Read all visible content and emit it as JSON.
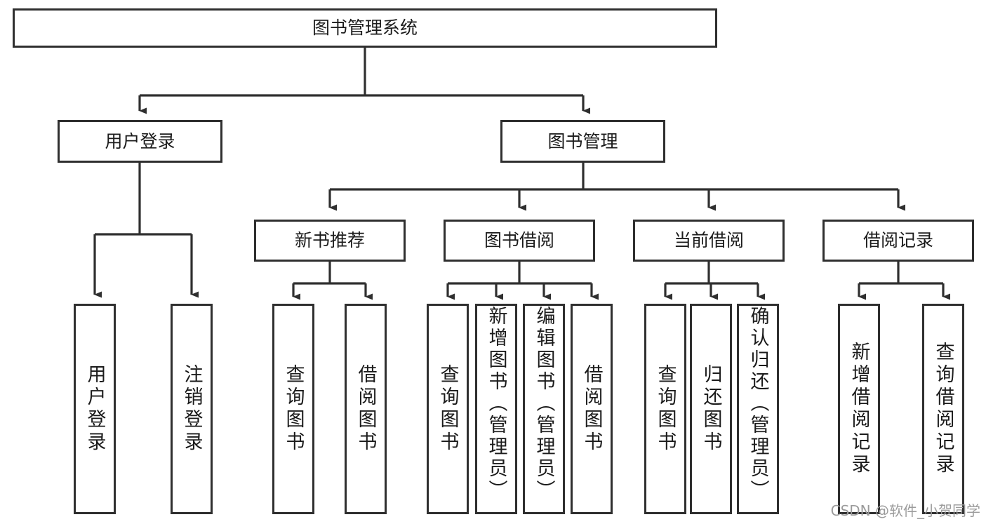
{
  "diagram": {
    "type": "hierarchy-tree",
    "title": "图书管理系统",
    "watermark": "CSDN @软件_小贺同学",
    "colors": {
      "stroke": "#2f2f2f",
      "fill": "#ffffff",
      "text": "#1b1b1b",
      "watermark": "#9b9b9b"
    },
    "nodes": {
      "root": "图书管理系统",
      "level2": {
        "user_login": "用户登录",
        "book_manage": "图书管理"
      },
      "level3": {
        "new_book_recommend": "新书推荐",
        "book_borrow": "图书借阅",
        "current_borrow": "当前借阅",
        "borrow_record": "借阅记录"
      },
      "leaves": {
        "user_login_1": "用户登录",
        "user_login_2": "注销登录",
        "new_book_1": "查询图书",
        "new_book_2": "借阅图书",
        "borrow_1": "查询图书",
        "borrow_2": "新增图书（管理员）",
        "borrow_3": "编辑图书（管理员）",
        "borrow_4": "借阅图书",
        "current_1": "查询图书",
        "current_2": "归还图书",
        "current_3": "确认归还（管理员）",
        "record_1": "新增借阅记录",
        "record_2": "查询借阅记录"
      }
    }
  }
}
